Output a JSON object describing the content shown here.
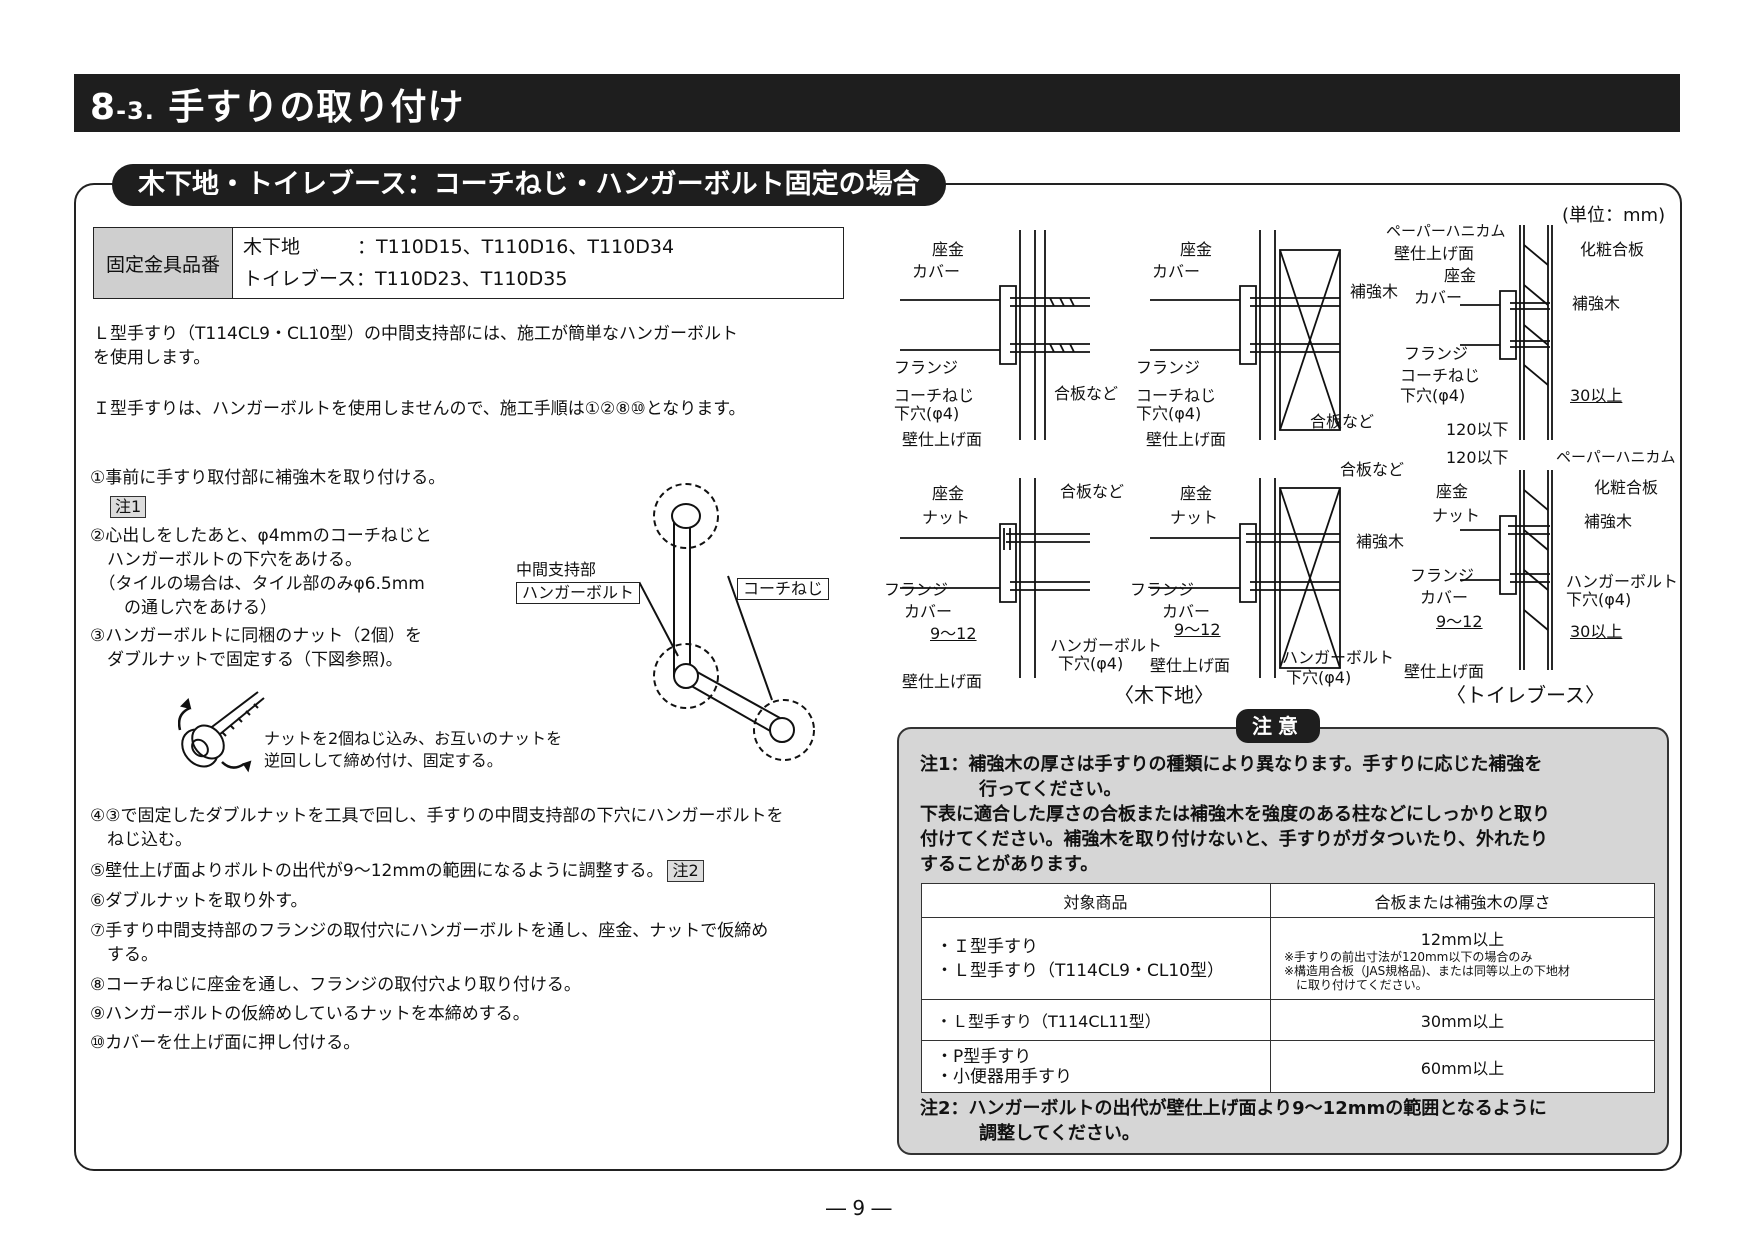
{
  "header": {
    "number": "8",
    "sub": "-3.",
    "title": "手すりの取り付け"
  },
  "section": {
    "title": "木下地・トイレブース：コーチねじ・ハンガーボルト固定の場合"
  },
  "parts": {
    "header": "固定金具品番",
    "rows": [
      "木下地　　　：T110D15、T110D16、T110D34",
      "トイレブース：T110D23、T110D35"
    ]
  },
  "intro": {
    "p1": "Ｌ型手すり（T114CL9・CL10型）の中間支持部には、施工が簡単なハンガーボルト\nを使用します。",
    "p2": "Ｉ型手すりは、ハンガーボルトを使用しませんので、施工手順は①②⑧⑩となります。"
  },
  "steps": {
    "s1": "①事前に手すり取付部に補強木を取り付ける。",
    "s1_note": "注1",
    "s2": "②心出しをしたあと、φ4mmのコーチねじと\n　ハンガーボルトの下穴をあける。\n　（タイルの場合は、タイル部のみφ6.5mm\n　　の通し穴をあける）",
    "s3": "③ハンガーボルトに同梱のナット（2個）を\n　ダブルナットで固定する（下図参照)。",
    "nut_caption": "ナットを2個ねじ込み、お互いのナットを\n逆回しして締め付け、固定する。",
    "s4": "④③で固定したダブルナットを工具で回し、手すりの中間支持部の下穴にハンガーボルトを\n　ねじ込む。",
    "s5": "⑤壁仕上げ面よりボルトの出代が9～12mmの範囲になるように調整する。",
    "s5_note": "注2",
    "s6": "⑥ダブルナットを取り外す。",
    "s7": "⑦手すり中間支持部のフランジの取付穴にハンガーボルトを通し、座金、ナットで仮締め\n　する。",
    "s8": "⑧コーチねじに座金を通し、フランジの取付穴より取り付ける。",
    "s9": "⑨ハンガーボルトの仮締めしているナットを本締めする。",
    "s10": "⑩カバーを仕上げ面に押し付ける。"
  },
  "rail_diagram": {
    "mid_support": "中間支持部",
    "hanger_bolt": "ハンガーボルト",
    "coach_screw": "コーチねじ"
  },
  "diagrams": {
    "unit": "(単位：mm)",
    "zagane": "座金",
    "cover": "カバー",
    "flange": "フランジ",
    "coach_screw": "コーチねじ",
    "pilot_hole": "下穴(φ4)",
    "plywood": "合板など",
    "wall_finish": "壁仕上げ面",
    "reinforce": "補強木",
    "paper_honeycomb": "ペーパーハニカム",
    "decorative_plywood": "化粧合板",
    "over30": "30以上",
    "under120": "120以下",
    "nut": "ナット",
    "hanger_bolt": "ハンガーボルト",
    "range": "9～12",
    "caption_wood": "〈木下地〉",
    "caption_booth": "〈トイレブース〉"
  },
  "caution": {
    "title": "注意",
    "note1_head": "注1：補強木の厚さは手すりの種類により異なります。手すりに応じた補強を",
    "note1_cont": "行ってください。",
    "note1_body": "下表に適合した厚さの合板または補強木を強度のある柱などにしっかりと取り\n付けてください。補強木を取り付けないと、手すりがガタついたり、外れたり\nすることがあります。",
    "table_headers": [
      "対象商品",
      "合板または補強木の厚さ"
    ],
    "rows": [
      {
        "products": "・Ｉ型手すり\n・Ｌ型手すり（T114CL9・CL10型）",
        "thickness": "12mm以上",
        "notes": "※手すりの前出寸法が120mm以下の場合のみ\n※構造用合板（JAS規格品)、または同等以上の下地材\n　に取り付けてください。"
      },
      {
        "products": "・Ｌ型手すり（T114CL11型）",
        "thickness": "30mm以上",
        "notes": ""
      },
      {
        "products": "・P型手すり\n・小便器用手すり",
        "thickness": "60mm以上",
        "notes": ""
      }
    ],
    "note2_head": "注2：ハンガーボルトの出代が壁仕上げ面より9～12mmの範囲となるように",
    "note2_cont": "調整してください。"
  },
  "page_number": "― 9 ―"
}
